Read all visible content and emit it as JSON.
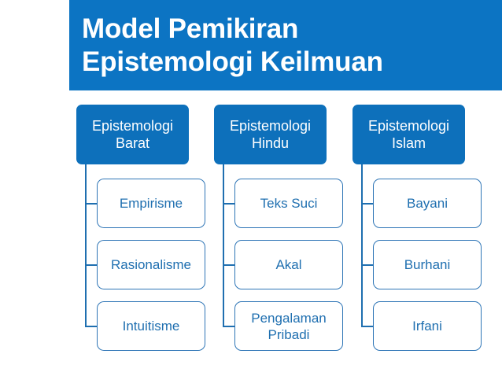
{
  "slide": {
    "background_color": "#ffffff",
    "accent_color": "#0c74c3",
    "box_fill_color": "#0d70bb",
    "outline_color": "#2e75b6",
    "text_color": "#1f6fb0"
  },
  "title": {
    "line1": "Model Pemikiran",
    "line2": "Epistemologi Keilmuan"
  },
  "columns": [
    {
      "header": "Epistemologi Barat",
      "header_line1": "Epistemologi",
      "header_line2": "Barat",
      "children": [
        "Empirisme",
        "Rasionalisme",
        "Intuitisme"
      ]
    },
    {
      "header": "Epistemologi Hindu",
      "header_line1": "Epistemologi",
      "header_line2": "Hindu",
      "children": [
        "Teks Suci",
        "Akal",
        "Pengalaman Pribadi"
      ]
    },
    {
      "header": "Epistemologi Islam",
      "header_line1": "Epistemologi",
      "header_line2": "Islam",
      "children": [
        "Bayani",
        "Burhani",
        "Irfani"
      ]
    }
  ]
}
